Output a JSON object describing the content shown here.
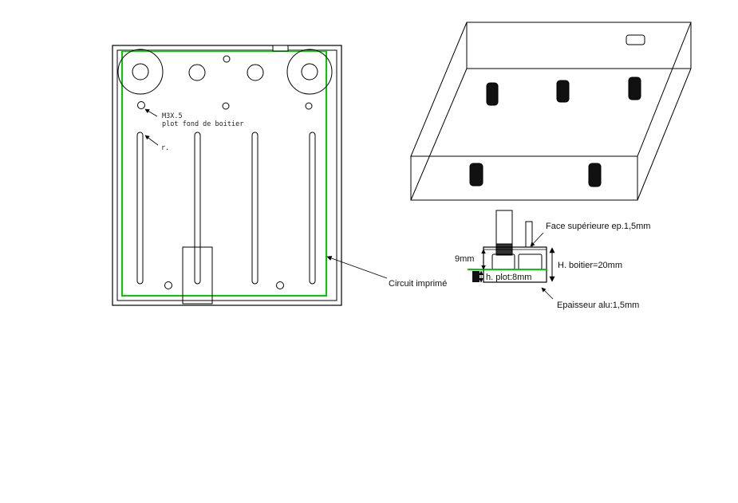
{
  "colors": {
    "pcb_outline": "#00cc00",
    "stroke": "#000000",
    "background": "#ffffff"
  },
  "top_view": {
    "note_screw": "M3X.5",
    "note_standoff": "plot fond de boitier",
    "note_r": "r."
  },
  "section_view": {
    "face_superieure": "Face supérieure ep.1,5mm",
    "height_9mm": "9mm",
    "h_boitier": "H. boitier=20mm",
    "circuit_imprime": "Circuit imprimé",
    "h_plot": "h. plot:8mm",
    "epaisseur_alu": "Epaisseur alu:1,5mm"
  }
}
